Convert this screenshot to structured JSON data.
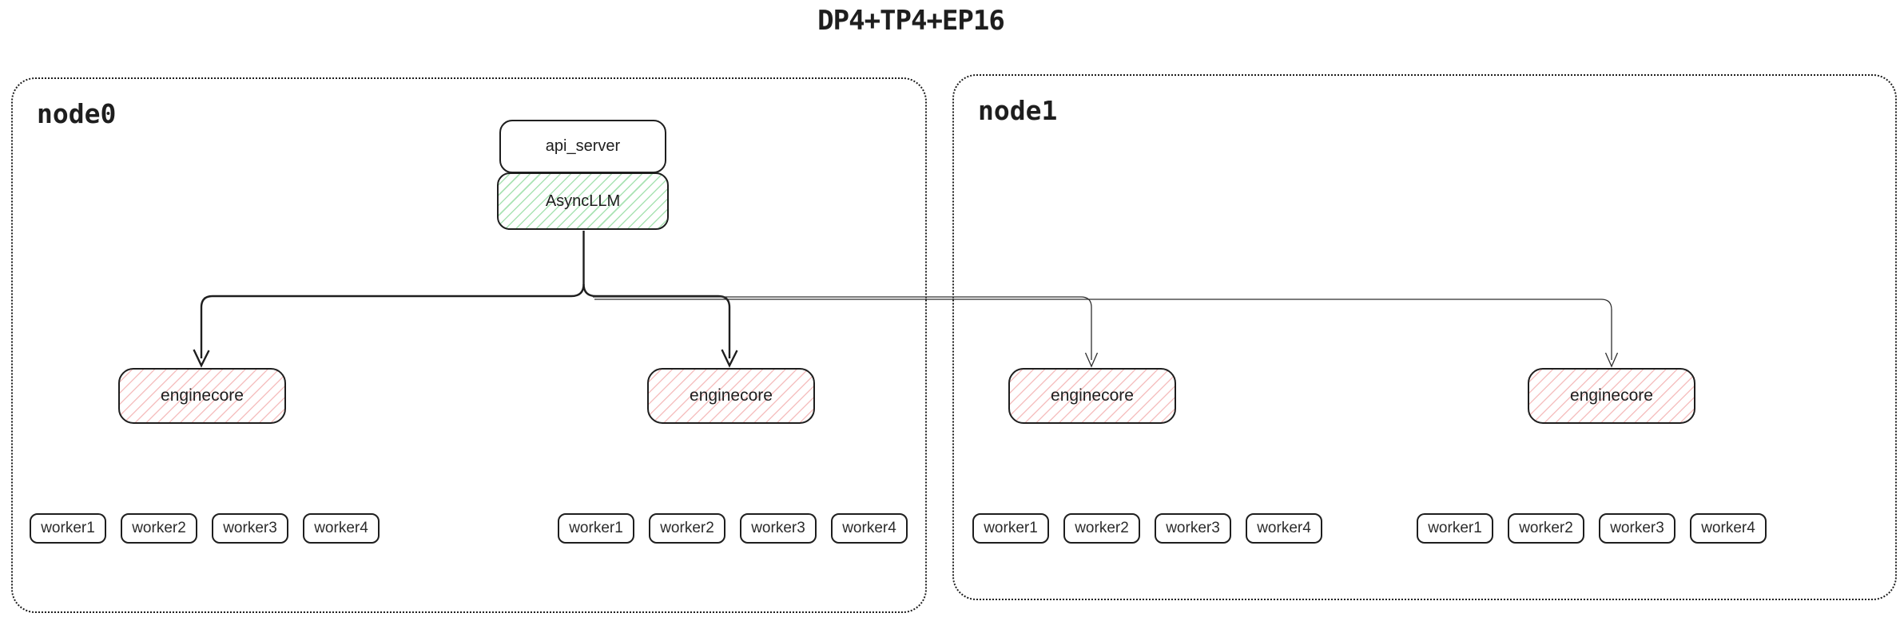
{
  "title": "DP4+TP4+EP16",
  "nodes": [
    {
      "label": "node0"
    },
    {
      "label": "node1"
    }
  ],
  "api_server": {
    "label": "api_server"
  },
  "async_llm": {
    "label": "AsyncLLM"
  },
  "enginecores": [
    {
      "label": "enginecore"
    },
    {
      "label": "enginecore"
    },
    {
      "label": "enginecore"
    },
    {
      "label": "enginecore"
    }
  ],
  "worker_groups": [
    [
      "worker1",
      "worker2",
      "worker3",
      "worker4"
    ],
    [
      "worker1",
      "worker2",
      "worker3",
      "worker4"
    ],
    [
      "worker1",
      "worker2",
      "worker3",
      "worker4"
    ],
    [
      "worker1",
      "worker2",
      "worker3",
      "worker4"
    ]
  ],
  "colors": {
    "stroke": "#1e1e1e",
    "green_hatch": "#40c057",
    "red_hatch": "#e03131",
    "thin_line": "#2e2e2e",
    "background": "#ffffff"
  }
}
